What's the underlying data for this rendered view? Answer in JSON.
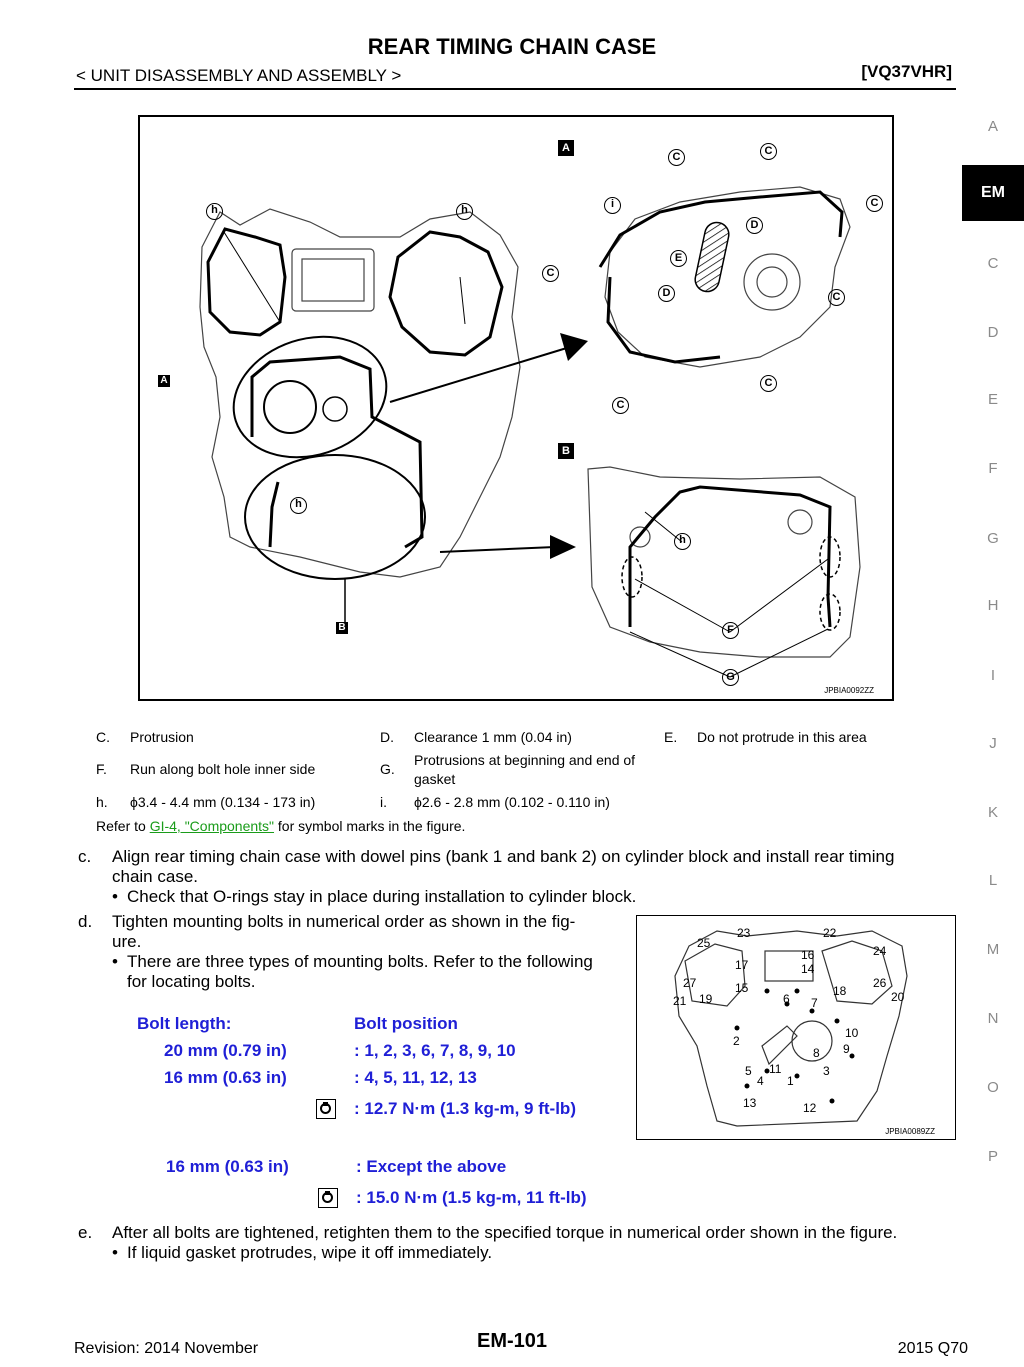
{
  "header": {
    "title": "REAR TIMING CHAIN CASE",
    "subtitle": "< UNIT DISASSEMBLY AND ASSEMBLY >",
    "engine_code": "[VQ37VHR]"
  },
  "side_tabs": [
    "A",
    "EM",
    "C",
    "D",
    "E",
    "F",
    "G",
    "H",
    "I",
    "J",
    "K",
    "L",
    "M",
    "N",
    "O",
    "P"
  ],
  "active_tab": "EM",
  "figure1": {
    "code": "JPBIA0092ZZ",
    "labels": {
      "A": "A",
      "B": "B",
      "C": "C",
      "D": "D",
      "E": "E",
      "F": "F",
      "G": "G",
      "h": "h",
      "i": "i"
    }
  },
  "legend": {
    "c_key": "C.",
    "c_text": "Protrusion",
    "d_key": "D.",
    "d_text": "Clearance 1 mm (0.04 in)",
    "e_key": "E.",
    "e_text": "Do not protrude in this area",
    "f_key": "F.",
    "f_text": "Run along bolt hole inner side",
    "g_key": "G.",
    "g_text_1": "Protrusions at beginning and end of",
    "g_text_2": "gasket",
    "h_key": "h.",
    "h_text": "ϕ3.4 - 4.4 mm (0.134 - 173 in)",
    "i_key": "i.",
    "i_text": "ϕ2.6 - 2.8 mm (0.102 - 0.110 in)",
    "refer_prefix": "Refer to ",
    "refer_link": "GI-4, \"Components\"",
    "refer_suffix": " for symbol marks in the figure."
  },
  "steps": {
    "c_marker": "c.",
    "c_line1": "Align rear timing chain case with dowel pins (bank 1 and bank 2) on cylinder block and install rear timing",
    "c_line2": "chain case.",
    "c_bullet": "Check that O-rings stay in place during installation to cylinder block.",
    "d_marker": "d.",
    "d_line1": "Tighten mounting bolts in numerical order as shown in the fig-",
    "d_line2": "ure.",
    "d_bullet1": "There are three types of mounting bolts. Refer to the following",
    "d_bullet2": "for locating bolts.",
    "e_marker": "e.",
    "e_line1": "After all bolts are tightened, retighten them to the specified torque in numerical order shown in the figure.",
    "e_bullet": "If liquid gasket protrudes, wipe it off immediately.",
    "bullet": "•"
  },
  "bolts": {
    "len_header": "Bolt length:",
    "pos_header": "Bolt position",
    "row1_len": "20 mm (0.79 in)",
    "row1_pos": ": 1, 2, 3, 6, 7, 8, 9, 10",
    "row2_len": "16 mm (0.63 in)",
    "row2_pos": ": 4, 5, 11, 12, 13",
    "torque1": ": 12.7 N·m (1.3 kg-m, 9 ft-lb)",
    "row3_len": "16 mm (0.63 in)",
    "row3_pos": ": Except the above",
    "torque2": ": 15.0 N·m (1.5 kg-m, 11 ft-lb)"
  },
  "figure2": {
    "code": "JPBIA0089ZZ",
    "numbers": [
      "1",
      "2",
      "3",
      "4",
      "5",
      "6",
      "7",
      "8",
      "9",
      "10",
      "11",
      "12",
      "13",
      "14",
      "15",
      "16",
      "17",
      "18",
      "19",
      "20",
      "21",
      "22",
      "23",
      "24",
      "25",
      "26",
      "27"
    ]
  },
  "footer": {
    "revision": "Revision: 2014 November",
    "page": "EM-101",
    "model": "2015 Q70"
  }
}
